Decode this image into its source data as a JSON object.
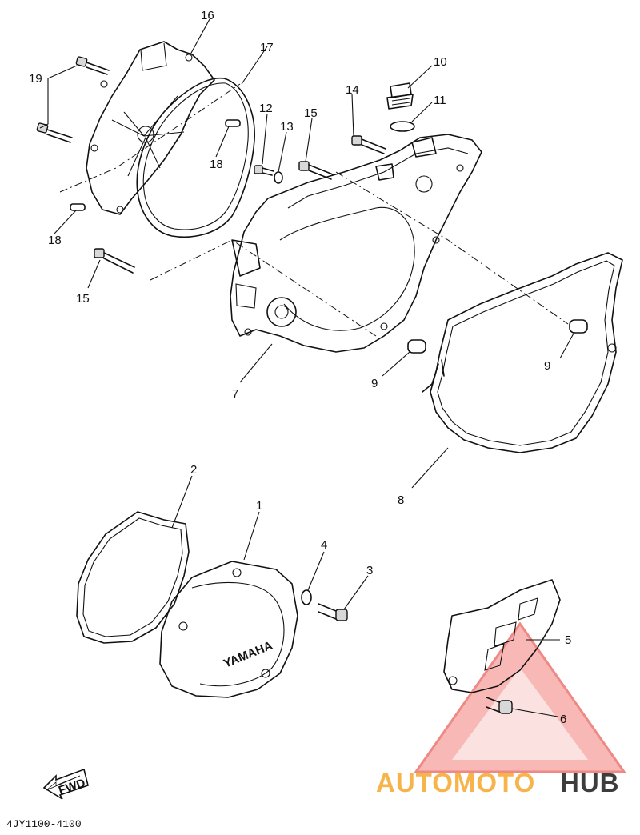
{
  "diagram": {
    "drawing_code": "4JY1100-4100",
    "fwd_label": "FWD",
    "cover_brand_text": "YAMAHA",
    "watermark": {
      "part_a": "AUTOMOTO",
      "part_b": "HUB",
      "color_a": "#f6b44a",
      "color_b": "#3d3d3d",
      "triangle_color": "#e33b36"
    },
    "callouts": [
      {
        "id": "c1",
        "label": "1"
      },
      {
        "id": "c2",
        "label": "2"
      },
      {
        "id": "c3",
        "label": "3"
      },
      {
        "id": "c4",
        "label": "4"
      },
      {
        "id": "c5",
        "label": "5"
      },
      {
        "id": "c6",
        "label": "6"
      },
      {
        "id": "c7",
        "label": "7"
      },
      {
        "id": "c8",
        "label": "8"
      },
      {
        "id": "c9a",
        "label": "9"
      },
      {
        "id": "c9b",
        "label": "9"
      },
      {
        "id": "c10",
        "label": "10"
      },
      {
        "id": "c11",
        "label": "11"
      },
      {
        "id": "c12",
        "label": "12"
      },
      {
        "id": "c13",
        "label": "13"
      },
      {
        "id": "c14",
        "label": "14"
      },
      {
        "id": "c15a",
        "label": "15"
      },
      {
        "id": "c15b",
        "label": "15"
      },
      {
        "id": "c16",
        "label": "16"
      },
      {
        "id": "c17",
        "label": "17"
      },
      {
        "id": "c18a",
        "label": "18"
      },
      {
        "id": "c18b",
        "label": "18"
      },
      {
        "id": "c19",
        "label": "19"
      }
    ]
  }
}
